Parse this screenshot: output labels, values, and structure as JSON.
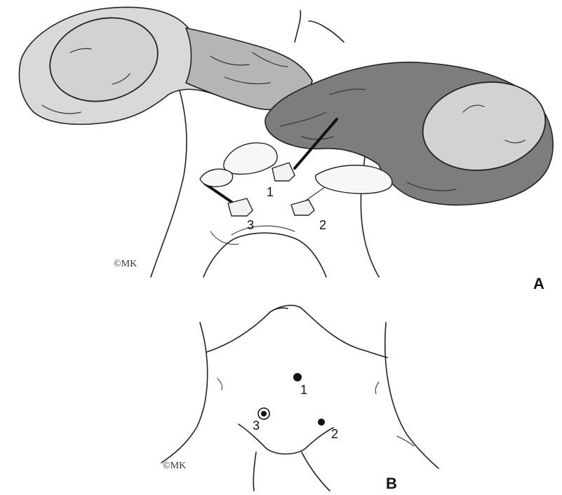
{
  "panel_a": {
    "label": "A",
    "port_labels": [
      "1",
      "2",
      "3"
    ],
    "signature": "©MK"
  },
  "panel_b": {
    "label": "B",
    "port_labels": [
      "1",
      "2",
      "3"
    ],
    "signature": "©MK"
  }
}
